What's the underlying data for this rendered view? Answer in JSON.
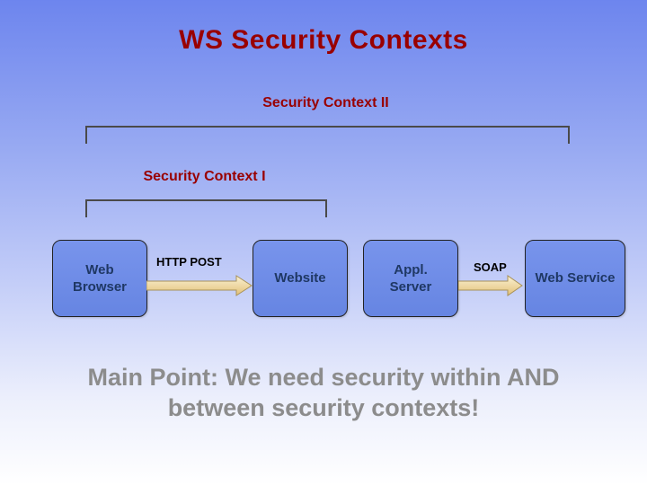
{
  "slide": {
    "title": "WS Security Contexts",
    "contexts": [
      {
        "label": "Security Context I"
      },
      {
        "label": "Security Context II"
      }
    ],
    "boxes": [
      {
        "label": "Web Browser"
      },
      {
        "label": "Website"
      },
      {
        "label": "Appl. Server"
      },
      {
        "label": "Web Service"
      }
    ],
    "arrow_labels": {
      "http_post": "HTTP POST",
      "soap": "SOAP"
    },
    "main_point": {
      "line1": "Main Point: We need security within AND",
      "line2": "between security contexts!"
    },
    "colors": {
      "title_text": "#990000",
      "context_label_text": "#990000",
      "box_fill": "#6d8ce8",
      "box_text": "#1f3864",
      "arrow_fill": "#f3e3b4",
      "main_point_text": "#8c8c8c"
    }
  }
}
